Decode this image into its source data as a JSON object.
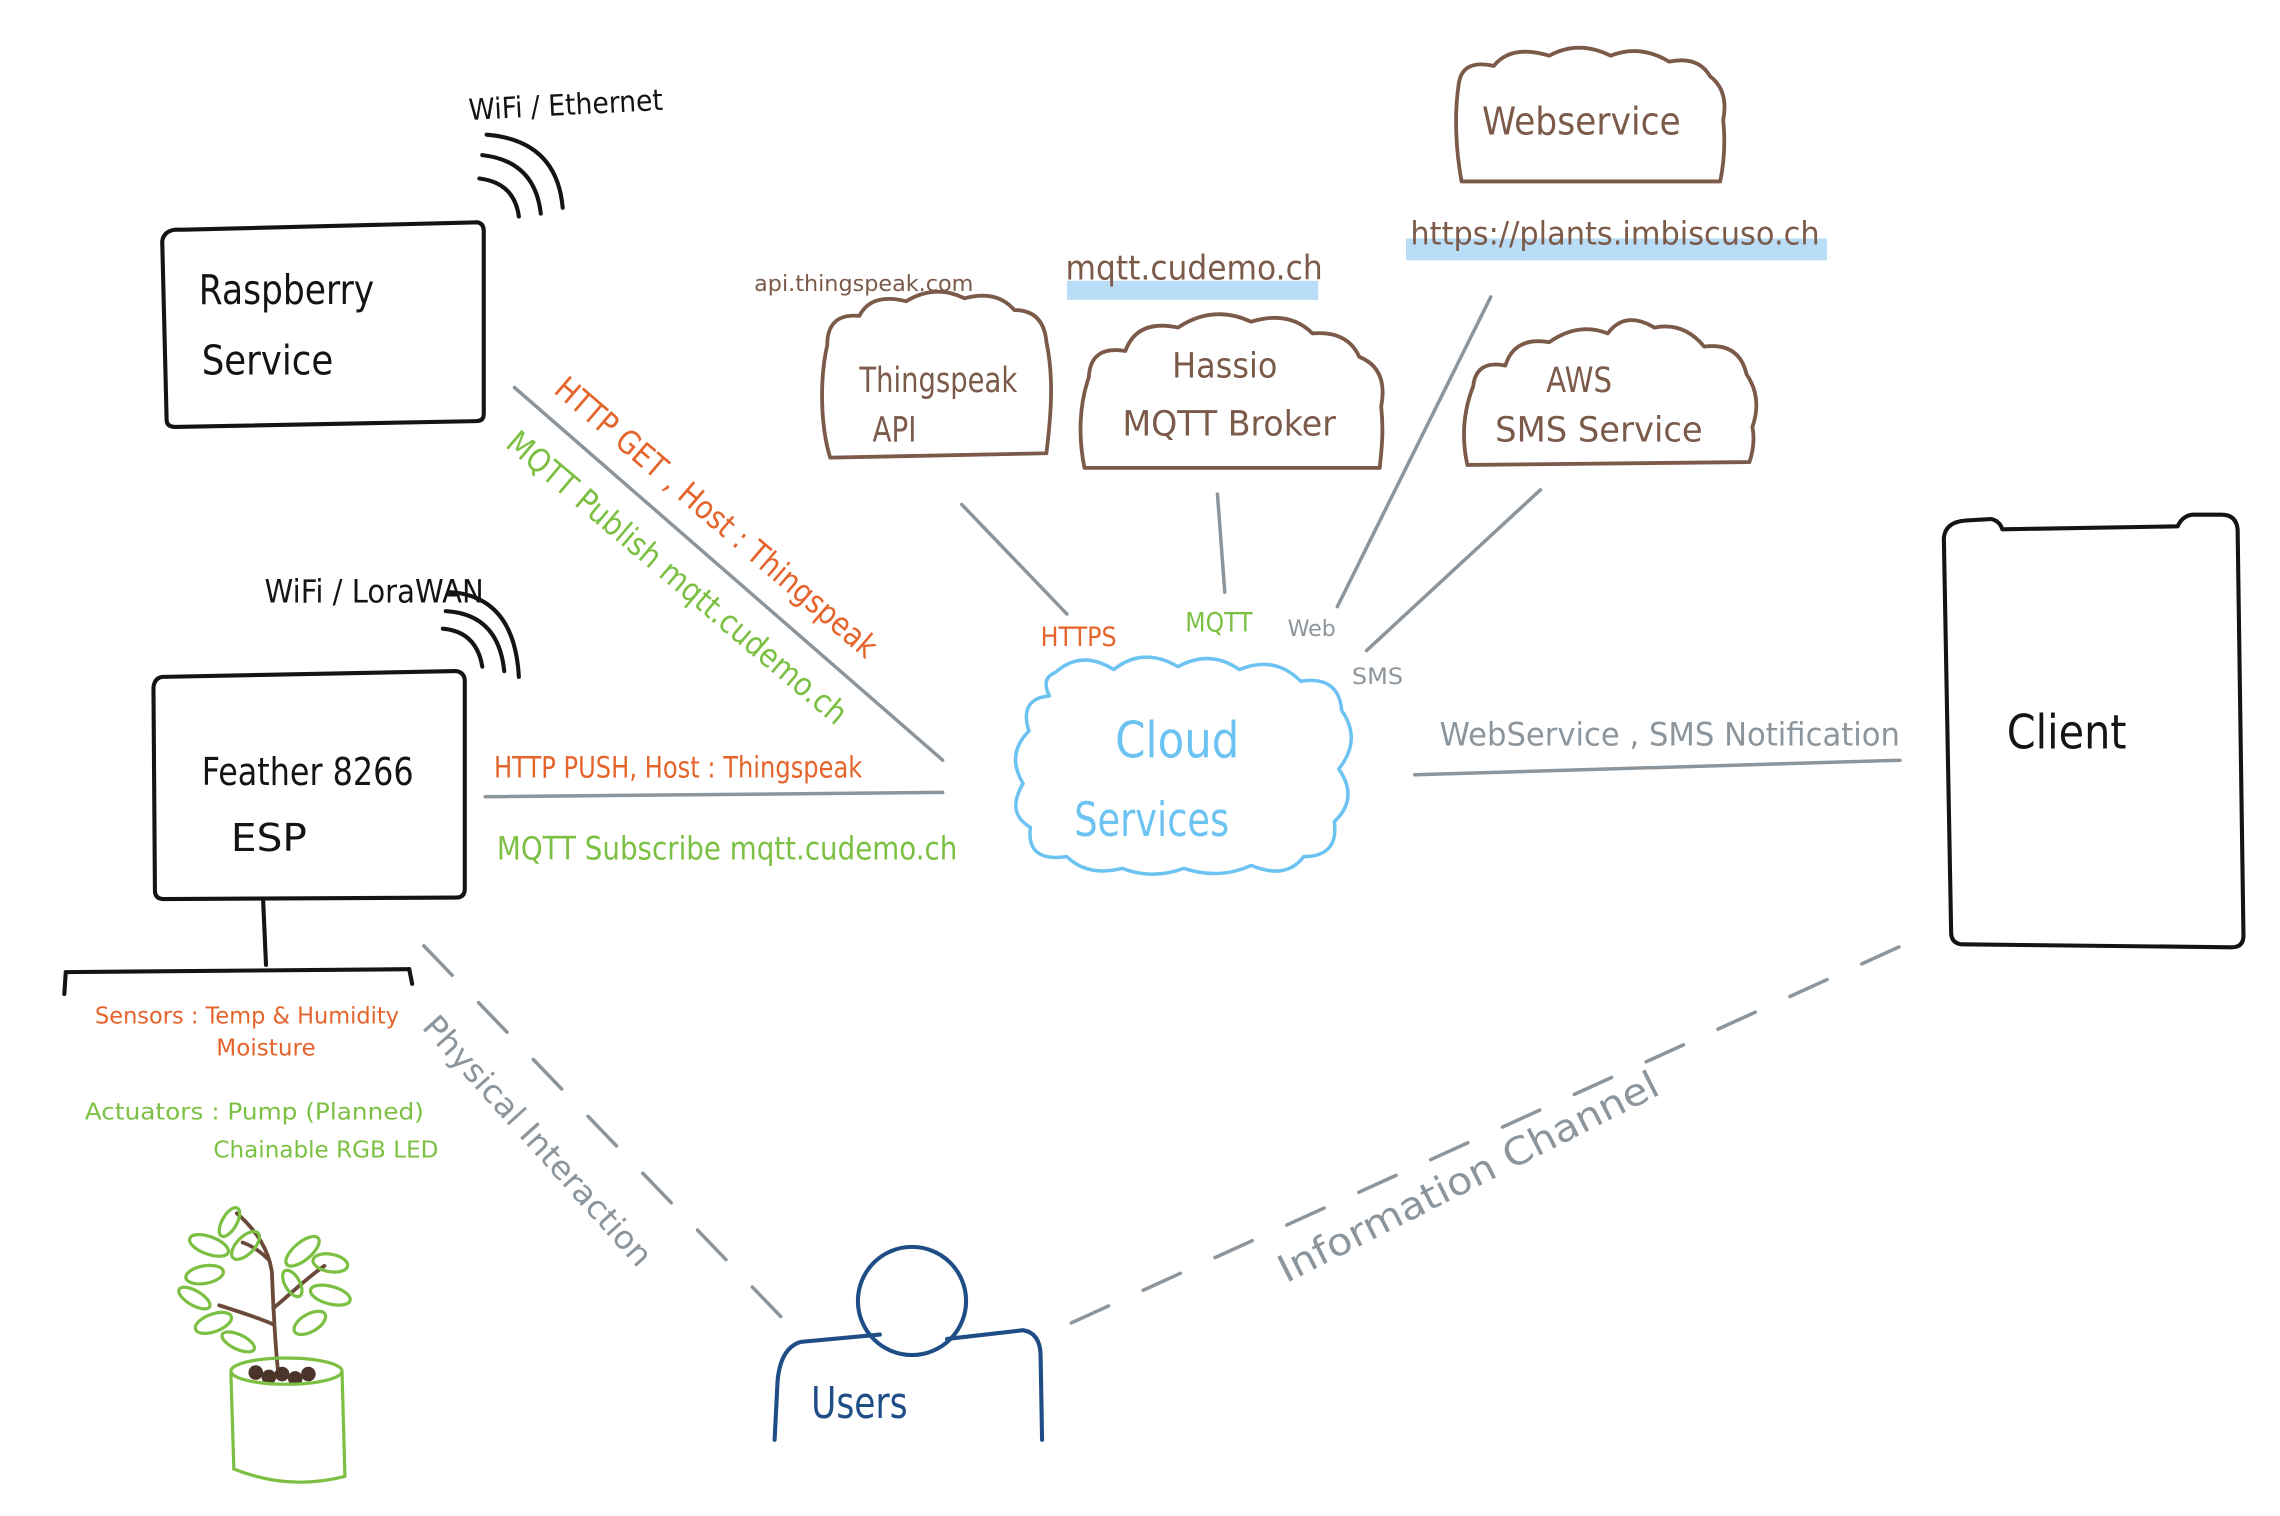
{
  "diagram": {
    "raspberry": {
      "connectivity": "WiFi / Ethernet",
      "title_line1": "Raspberry",
      "title_line2": "Service",
      "http_link": "HTTP GET , Host : Thingspeak",
      "mqtt_link": "MQTT Publish mqtt.cudemo.ch"
    },
    "feather": {
      "connectivity": "WiFi / LoraWAN",
      "title_line1": "Feather 8266",
      "title_line2": "ESP",
      "http_link": "HTTP PUSH, Host : Thingspeak",
      "mqtt_link": "MQTT Subscribe mqtt.cudemo.ch",
      "sensors_line1": "Sensors : Temp & Humidity",
      "sensors_line2": "Moisture",
      "actuators_line1": "Actuators : Pump (Planned)",
      "actuators_line2": "Chainable RGB LED"
    },
    "services": {
      "thingspeak": {
        "host": "api.thingspeak.com",
        "name_line1": "Thingspeak",
        "name_line2": "API",
        "protocol": "HTTPS"
      },
      "hassio": {
        "host": "mqtt.cudemo.ch",
        "name_line1": "Hassio",
        "name_line2": "MQTT Broker",
        "protocol": "MQTT"
      },
      "webservice": {
        "host": "https://plants.imbiscuso.ch",
        "name_line1": "Webservice",
        "protocol": "Web"
      },
      "aws": {
        "name_line1": "AWS",
        "name_line2": "SMS Service",
        "protocol": "SMS"
      }
    },
    "cloud": {
      "line1": "Cloud",
      "line2": "Services"
    },
    "client": {
      "label": "Client",
      "link_label": "WebService , SMS Notification"
    },
    "users": {
      "label": "Users",
      "physical_link": "Physical Interaction",
      "information_link": "Information Channel"
    }
  },
  "colors": {
    "ink": "#141414",
    "orange": "#e4642c",
    "green": "#7cc043",
    "brown": "#7b5a4a",
    "sky": "#6cc3f2",
    "highlight": "#b9dcf7",
    "gray": "#8c959c",
    "navy": "#1f4d86",
    "soil": "#4b352b"
  }
}
